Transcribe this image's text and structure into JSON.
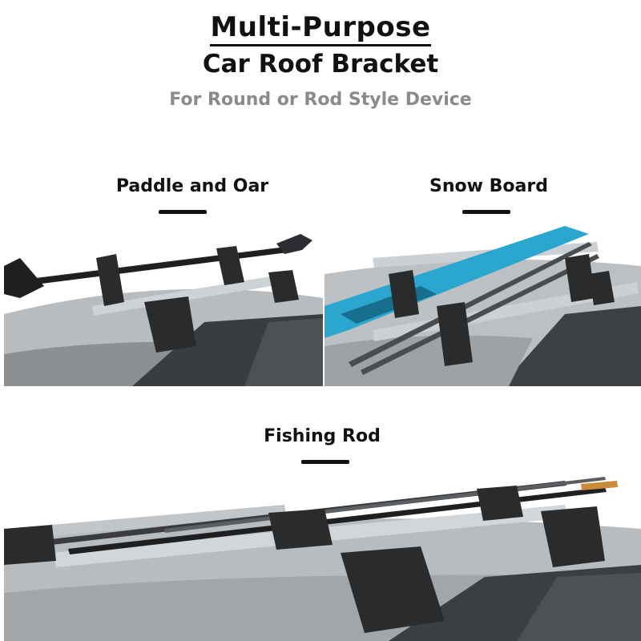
{
  "header": {
    "title_line1": "Multi-Purpose",
    "title_line2": "Car Roof Bracket",
    "subtitle": "For Round or Rod Style Device"
  },
  "panels": [
    {
      "label": "Paddle and Oar"
    },
    {
      "label": "Snow Board"
    },
    {
      "label": "Fishing Rod"
    }
  ],
  "colors": {
    "car_body": "#b9bcbf",
    "roof_bar": "#c8cbcd",
    "bracket": "#2a2b2d",
    "ski_blue": "#2ba7cf",
    "heading": "#111111",
    "subtitle": "#8a8a8a"
  }
}
